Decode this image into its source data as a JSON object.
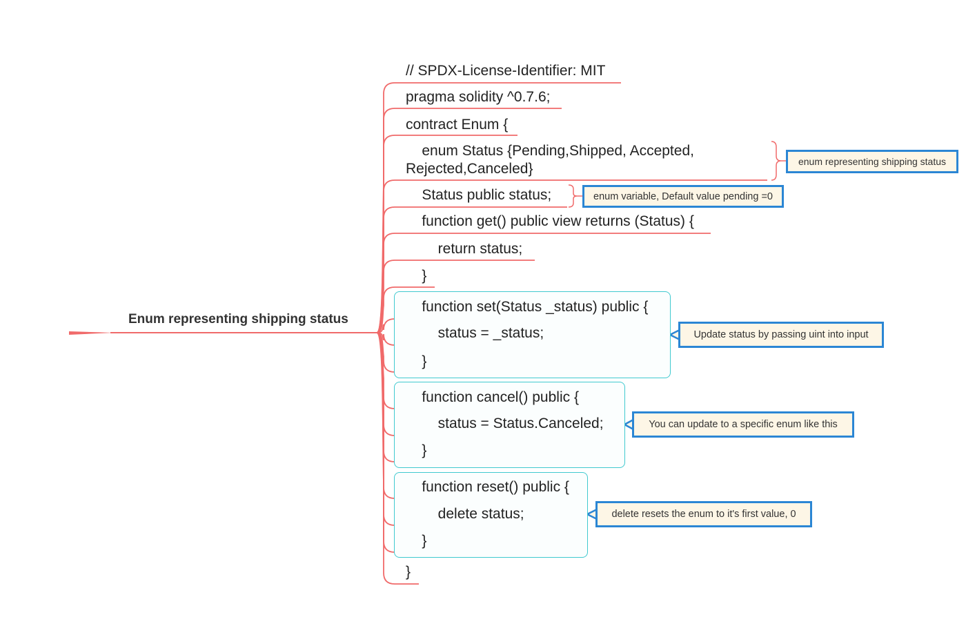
{
  "root": {
    "label": "Enum representing shipping status"
  },
  "code_lines": [
    "// SPDX-License-Identifier: MIT",
    "pragma solidity ^0.7.6;",
    "contract Enum {",
    "    enum Status {Pending,Shipped, Accepted,\nRejected,Canceled}",
    "    Status public status;",
    "    function get() public view returns (Status) {",
    "        return status;",
    "    }",
    "    function set(Status _status) public {",
    "        status = _status;",
    "    }",
    "    function cancel() public {",
    "        status = Status.Canceled;",
    "    }",
    "    function reset() public {",
    "        delete status;",
    "    }",
    "}"
  ],
  "callouts": [
    "enum representing shipping status",
    "enum variable, Default value  pending =0",
    "Update status by passing uint into input",
    "You can update to a specific enum like this",
    "delete resets the enum to it's first value, 0"
  ],
  "colors": {
    "branch": "#f06a6a",
    "group_border": "#3fc9cf",
    "callout_border": "#2b86d4",
    "callout_fill": "#fdf6e6"
  }
}
